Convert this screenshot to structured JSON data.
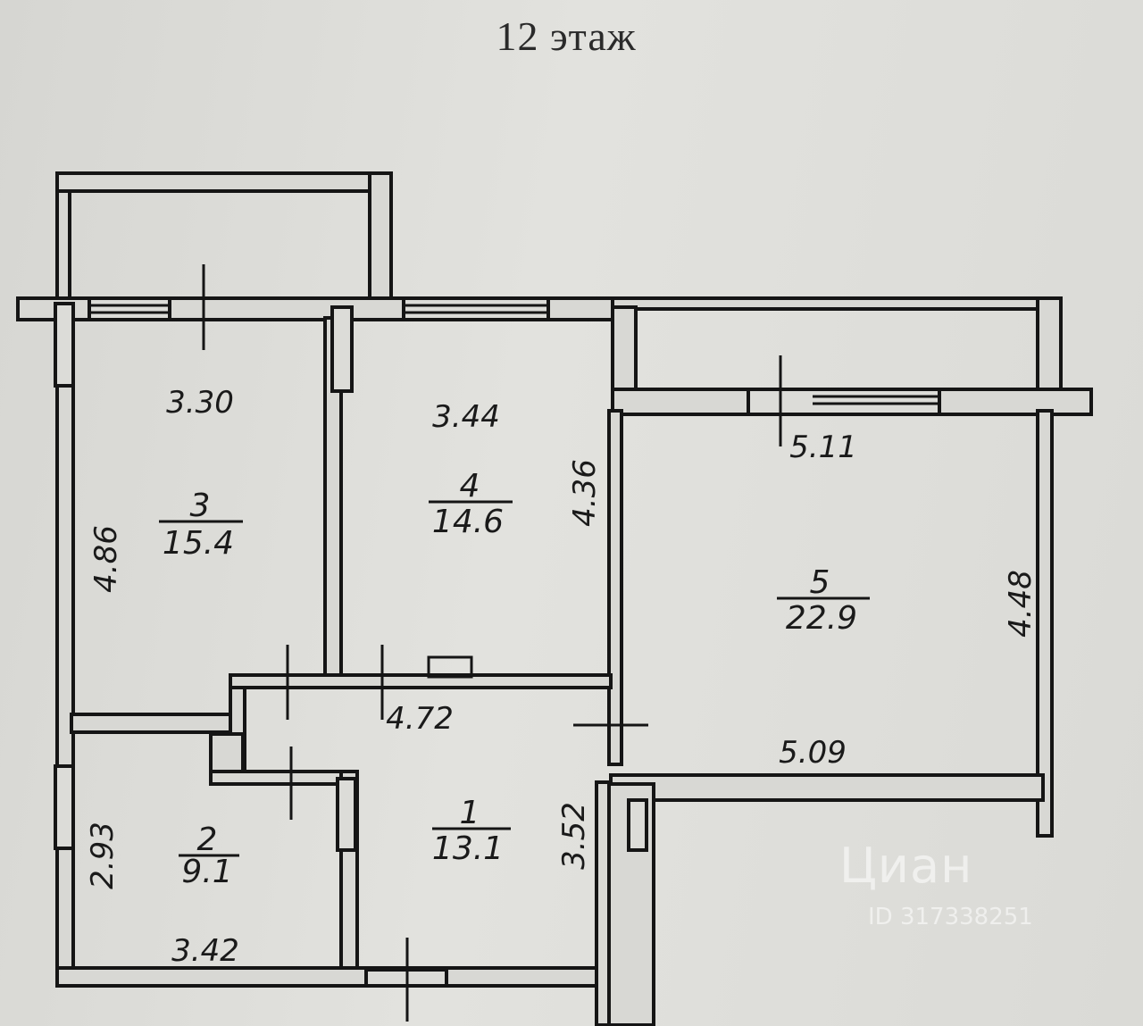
{
  "title": "12 этаж",
  "rooms": [
    {
      "id": "1",
      "area": "13.1"
    },
    {
      "id": "2",
      "area": "9.1"
    },
    {
      "id": "3",
      "area": "15.4"
    },
    {
      "id": "4",
      "area": "14.6"
    },
    {
      "id": "5",
      "area": "22.9"
    }
  ],
  "dimensions": {
    "room3_width": "3.30",
    "room3_length": "4.86",
    "room4_width": "3.44",
    "room4_length": "4.36",
    "room5_width_top": "5.11",
    "room5_width_bottom": "5.09",
    "room5_length": "4.48",
    "hall_width": "4.72",
    "hall_length": "3.52",
    "room2_width": "3.42",
    "room2_length": "2.93"
  },
  "watermark": {
    "logo": "Циан",
    "id": "ID 317338251"
  }
}
